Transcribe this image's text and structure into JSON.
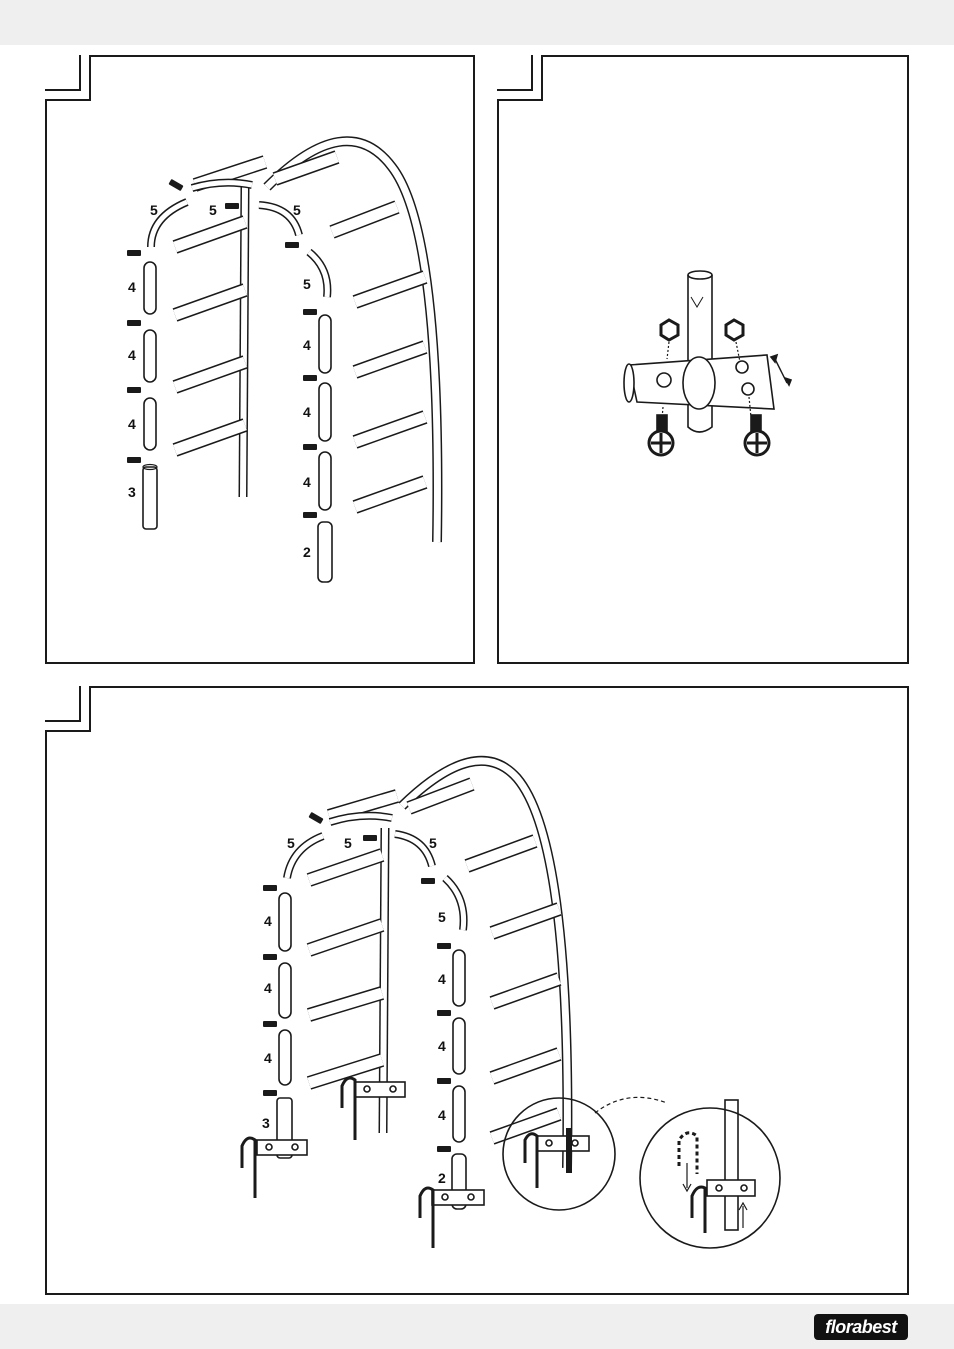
{
  "labels": {
    "top_left": {
      "a": "5",
      "b": "5",
      "c": "5",
      "d": "4",
      "e": "4",
      "f": "4",
      "g": "3",
      "h": "5",
      "i": "4",
      "j": "4",
      "k": "4",
      "l": "2"
    },
    "bottom": {
      "a": "5",
      "b": "5",
      "c": "5",
      "d": "4",
      "e": "4",
      "f": "4",
      "g": "3",
      "h": "5",
      "i": "4",
      "j": "4",
      "k": "4",
      "l": "2"
    }
  },
  "brand": {
    "logo": "florabest"
  },
  "colors": {
    "line": "#1a1a1a",
    "band": "#efefef",
    "logo_bg": "#111111",
    "logo_text": "#ffffff"
  }
}
